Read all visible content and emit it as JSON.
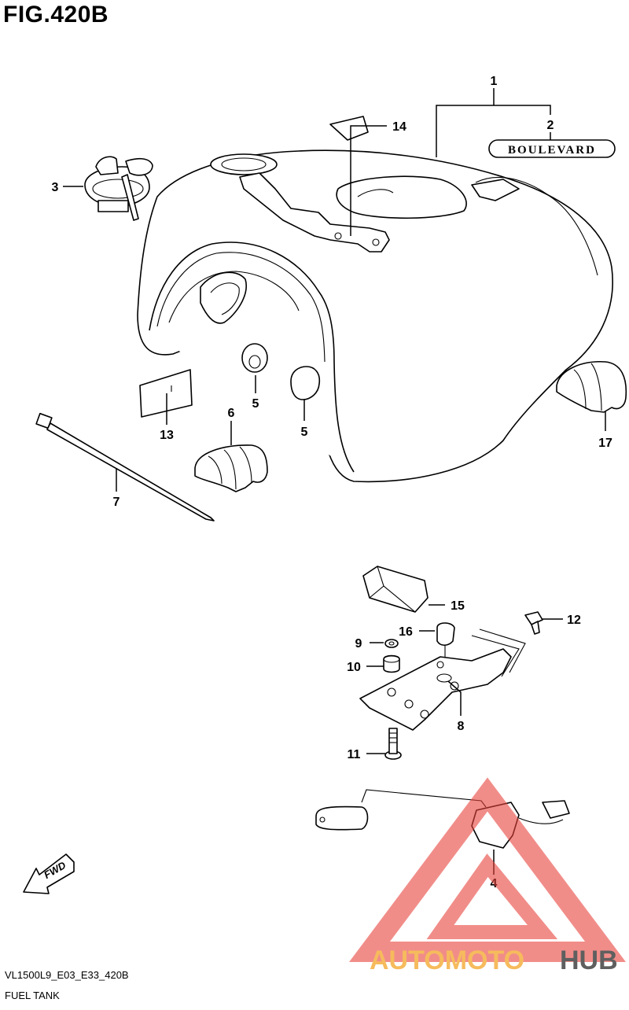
{
  "figure": {
    "title": "FIG.420B"
  },
  "footer": {
    "code": "VL1500L9_E03_E33_420B",
    "name": "FUEL TANK"
  },
  "emblem_text": "BOULEVARD",
  "fwd_text": "FWD",
  "callouts": [
    {
      "id": "c1",
      "text": "1"
    },
    {
      "id": "c2",
      "text": "2"
    },
    {
      "id": "c3",
      "text": "3"
    },
    {
      "id": "c4",
      "text": "4"
    },
    {
      "id": "c5a",
      "text": "5"
    },
    {
      "id": "c5b",
      "text": "5"
    },
    {
      "id": "c6",
      "text": "6"
    },
    {
      "id": "c7",
      "text": "7"
    },
    {
      "id": "c8",
      "text": "8"
    },
    {
      "id": "c9",
      "text": "9"
    },
    {
      "id": "c10",
      "text": "10"
    },
    {
      "id": "c11",
      "text": "11"
    },
    {
      "id": "c12",
      "text": "12"
    },
    {
      "id": "c13",
      "text": "13"
    },
    {
      "id": "c14",
      "text": "14"
    },
    {
      "id": "c15",
      "text": "15"
    },
    {
      "id": "c16",
      "text": "16"
    },
    {
      "id": "c17",
      "text": "17"
    }
  ],
  "watermark": {
    "part1": "AUTOMOTO",
    "part2": "HUB",
    "colors": {
      "triangle": "#e8413a",
      "auto": "#f5b041",
      "hub": "#444444"
    }
  }
}
